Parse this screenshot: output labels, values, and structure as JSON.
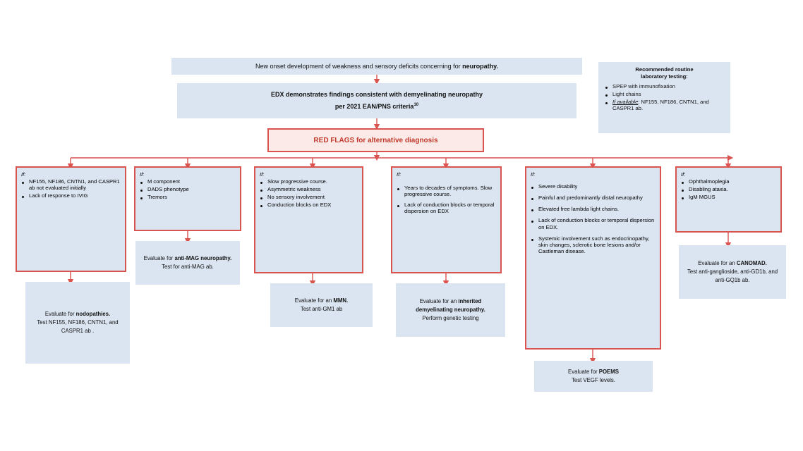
{
  "colors": {
    "box_fill": "#dbe5f1",
    "red_border": "#d9534f",
    "red_flag_fill": "#fbeae8",
    "red_flag_text": "#c0392b",
    "text": "#111111",
    "page_background": "#ffffff"
  },
  "top": {
    "onset_statement": {
      "prefix": "New onset development of weakness and sensory deficits concerning for ",
      "emphasis": "neuropathy."
    },
    "edx_statement": {
      "line1": "EDX demonstrates findings consistent with demyelinating neuropathy",
      "line2": "per 2021 EAN/PNS criteria",
      "superscript": "10"
    },
    "red_flags_banner": "RED FLAGS for alternative diagnosis"
  },
  "lab_panel": {
    "title_line1": "Recommended routine",
    "title_line2": "laboratory testing:",
    "items": [
      {
        "text": "SPEP with immunofixation"
      },
      {
        "text": "Light chains"
      },
      {
        "italic_prefix": "If available",
        "text": ": NF155, NF186, CNTN1, and CASPR1 ab."
      }
    ]
  },
  "columns": [
    {
      "id": "nodopathies",
      "if_label": "If:",
      "criteria": [
        "NF155, NF186, CNTN1, and CASPR1 ab not evaluated initially",
        "Lack of response to IVIG"
      ],
      "conclusion": {
        "line1_plain": "Evaluate for ",
        "line1_bold": "nodopathies.",
        "line2": "Test NF155, NF186, CNTN1, and CASPR1 ab ."
      }
    },
    {
      "id": "anti-mag",
      "if_label": "If:",
      "criteria": [
        "M component",
        "DADS phenotype",
        "Tremors"
      ],
      "conclusion": {
        "line1_plain": "Evaluate for ",
        "line1_bold": "anti-MAG neuropathy.",
        "line2": "Test for anti-MAG ab."
      }
    },
    {
      "id": "mmn",
      "if_label": "If:",
      "criteria": [
        "Slow progressive course.",
        "Asymmetric weakness",
        "No sensory involvement",
        "Conduction blocks on EDX"
      ],
      "conclusion": {
        "line1_plain": "Evaluate for an ",
        "line1_bold": "MMN.",
        "line2": "Test anti-GM1 ab"
      }
    },
    {
      "id": "inherited",
      "if_label": "If:",
      "criteria": [
        "Years to decades of symptoms. Slow progressive course.",
        "Lack of conduction blocks or temporal dispersion on EDX"
      ],
      "conclusion": {
        "line1_plain": "Evaluate for an ",
        "line1_bold": "inherited demyelinating neuropathy.",
        "line2": "Perform genetic testing"
      }
    },
    {
      "id": "poems",
      "if_label": "If:",
      "criteria": [
        "Severe disability",
        "Painful and predominantly distal neuropathy",
        "Elevated free lambda light chains.",
        "Lack of conduction blocks or temporal dispersion on EDX.",
        "Systemic involvement such as endocrinopathy, skin changes, sclerotic bone lesions and/or Castleman disease."
      ],
      "conclusion": {
        "line1_plain": "Evaluate for ",
        "line1_bold": "POEMS",
        "line2": "Test VEGF levels."
      }
    },
    {
      "id": "canomad",
      "if_label": "If:",
      "criteria": [
        "Ophthalmoplegia",
        "Disabling ataxia.",
        "IgM MGUS"
      ],
      "conclusion": {
        "line1_plain": "Evaluate for an ",
        "line1_bold": "CANOMAD.",
        "line2": "Test anti-ganglioside, anti-GD1b, and anti-GQ1b ab."
      }
    }
  ]
}
